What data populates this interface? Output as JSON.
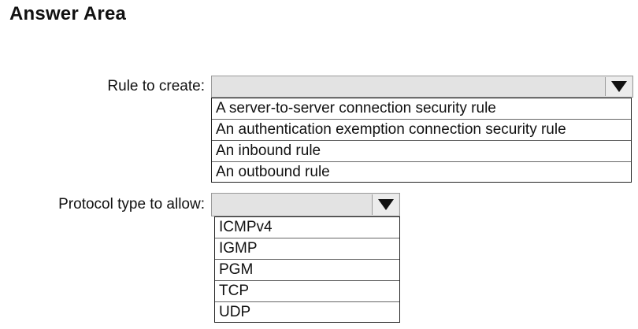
{
  "title": "Answer Area",
  "rule": {
    "label": "Rule to create:",
    "selected": "",
    "options": [
      "A server-to-server connection security rule",
      "An authentication exemption connection security rule",
      "An inbound rule",
      "An outbound rule"
    ]
  },
  "protocol": {
    "label": "Protocol type to allow:",
    "selected": "",
    "options": [
      "ICMPv4",
      "IGMP",
      "PGM",
      "TCP",
      "UDP"
    ]
  },
  "icons": {
    "dropdown": "triangle-down-icon"
  }
}
